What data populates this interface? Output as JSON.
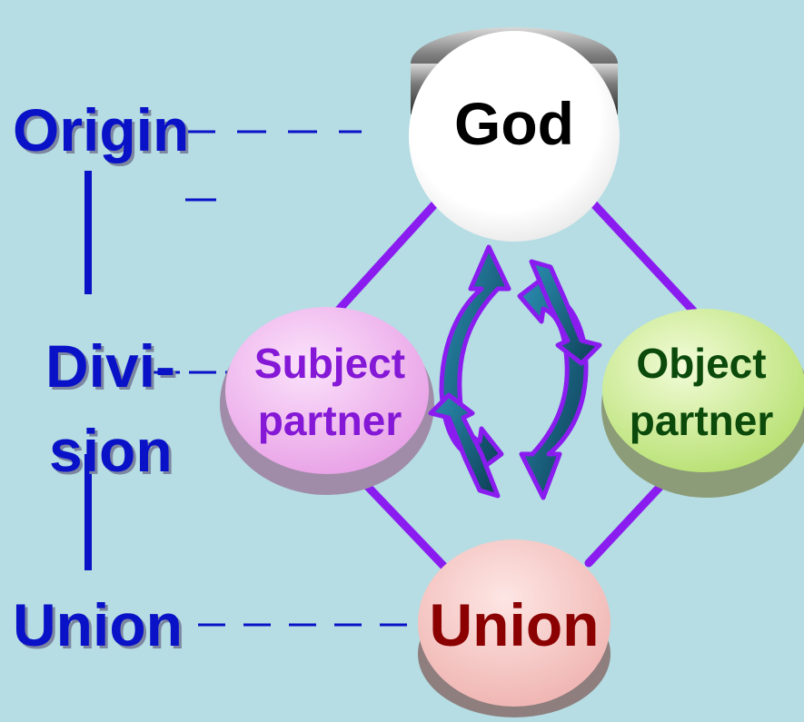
{
  "left_labels": {
    "origin": "Origin",
    "division_line1": "Divi-",
    "division_line2": "sion",
    "union": "Union"
  },
  "nodes": {
    "god": "God",
    "subject_line1": "Subject",
    "subject_line2": "partner",
    "object_line1": "Object",
    "object_line2": "partner",
    "union": "Union"
  },
  "colors": {
    "background": "#b5dde3",
    "left_label_text": "#0a12c8",
    "connector_line": "#8a1cf0",
    "dashed_connector": "#0a12c8",
    "god_fill": "#ffffff",
    "subject_fill": "#f1b6ef",
    "object_fill": "#cdee96",
    "union_fill": "#f3c6c4",
    "subject_text": "#8418d6",
    "object_text": "#0b4a0b",
    "union_text": "#8b0000",
    "god_text": "#000000",
    "arrow_fill": "#1f6d8c",
    "arrow_outline": "#8a1cf0"
  },
  "icons": [
    "circular-arrows-icon"
  ]
}
